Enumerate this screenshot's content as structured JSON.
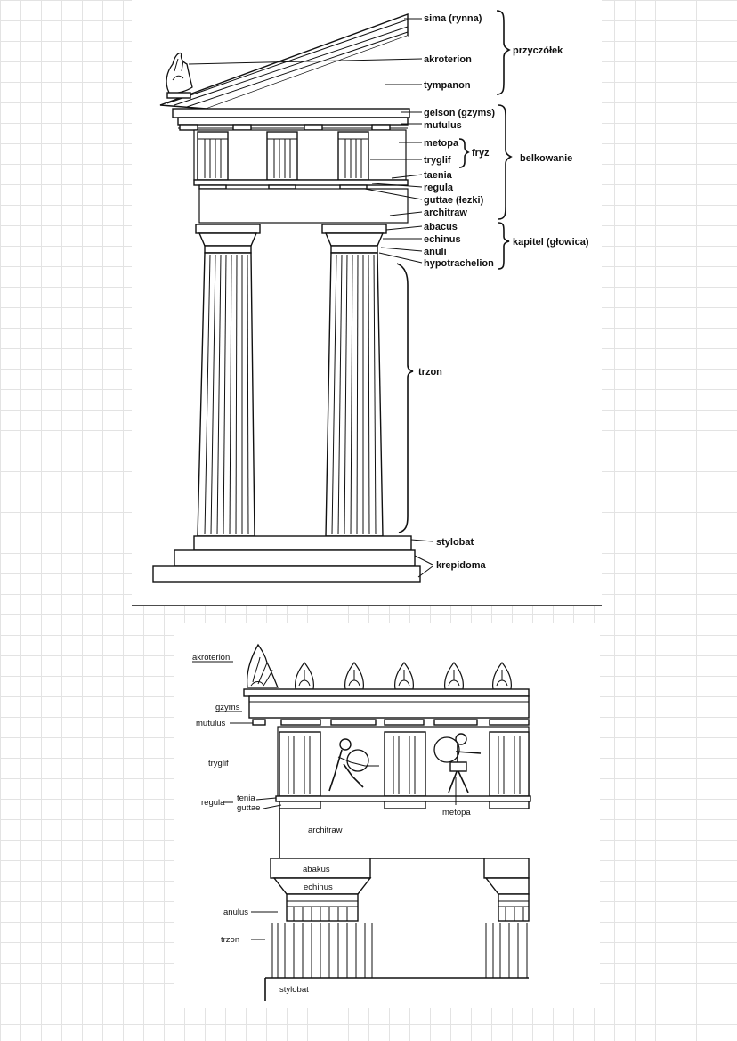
{
  "diagram_top": {
    "labels": {
      "sima": "sima (rynna)",
      "akroterion": "akroterion",
      "tympanon": "tympanon",
      "przyczolek": "przyczółek",
      "geison": "geison (gzyms)",
      "mutulus": "mutulus",
      "metopa": "metopa",
      "tryglif": "tryglif",
      "fryz": "fryz",
      "belkowanie": "belkowanie",
      "taenia": "taenia",
      "regula": "regula",
      "guttae": "guttae (łezki)",
      "architraw": "architraw",
      "abacus": "abacus",
      "echinus": "echinus",
      "anuli": "anuli",
      "hypotrachelion": "hypotrachelion",
      "kapitel": "kapitel (głowica)",
      "trzon": "trzon",
      "stylobat": "stylobat",
      "krepidoma": "krepidoma"
    }
  },
  "diagram_bottom": {
    "labels": {
      "akroterion": "akroterion",
      "gzyms": "gzyms",
      "mutulus": "mutulus",
      "tryglif": "tryglif",
      "regula": "regula",
      "tenia": "tenia",
      "guttae": "guttae",
      "metopa": "metopa",
      "architraw": "architraw",
      "abakus": "abakus",
      "echinus": "echinus",
      "anulus": "anulus",
      "trzon": "trzon",
      "stylobat": "stylobat"
    }
  }
}
